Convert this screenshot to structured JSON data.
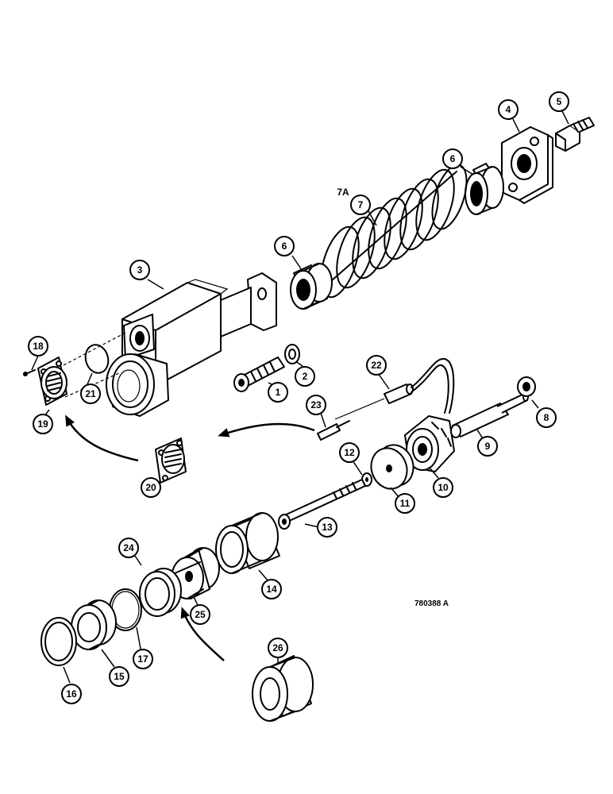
{
  "diagram": {
    "reference_code": "780388 A",
    "callouts": [
      "1",
      "2",
      "3",
      "4",
      "5",
      "6",
      "6",
      "7A",
      "7",
      "8",
      "9",
      "10",
      "11",
      "12",
      "13",
      "14",
      "15",
      "16",
      "17",
      "18",
      "19",
      "20",
      "21",
      "22",
      "23",
      "24",
      "25",
      "26"
    ]
  }
}
